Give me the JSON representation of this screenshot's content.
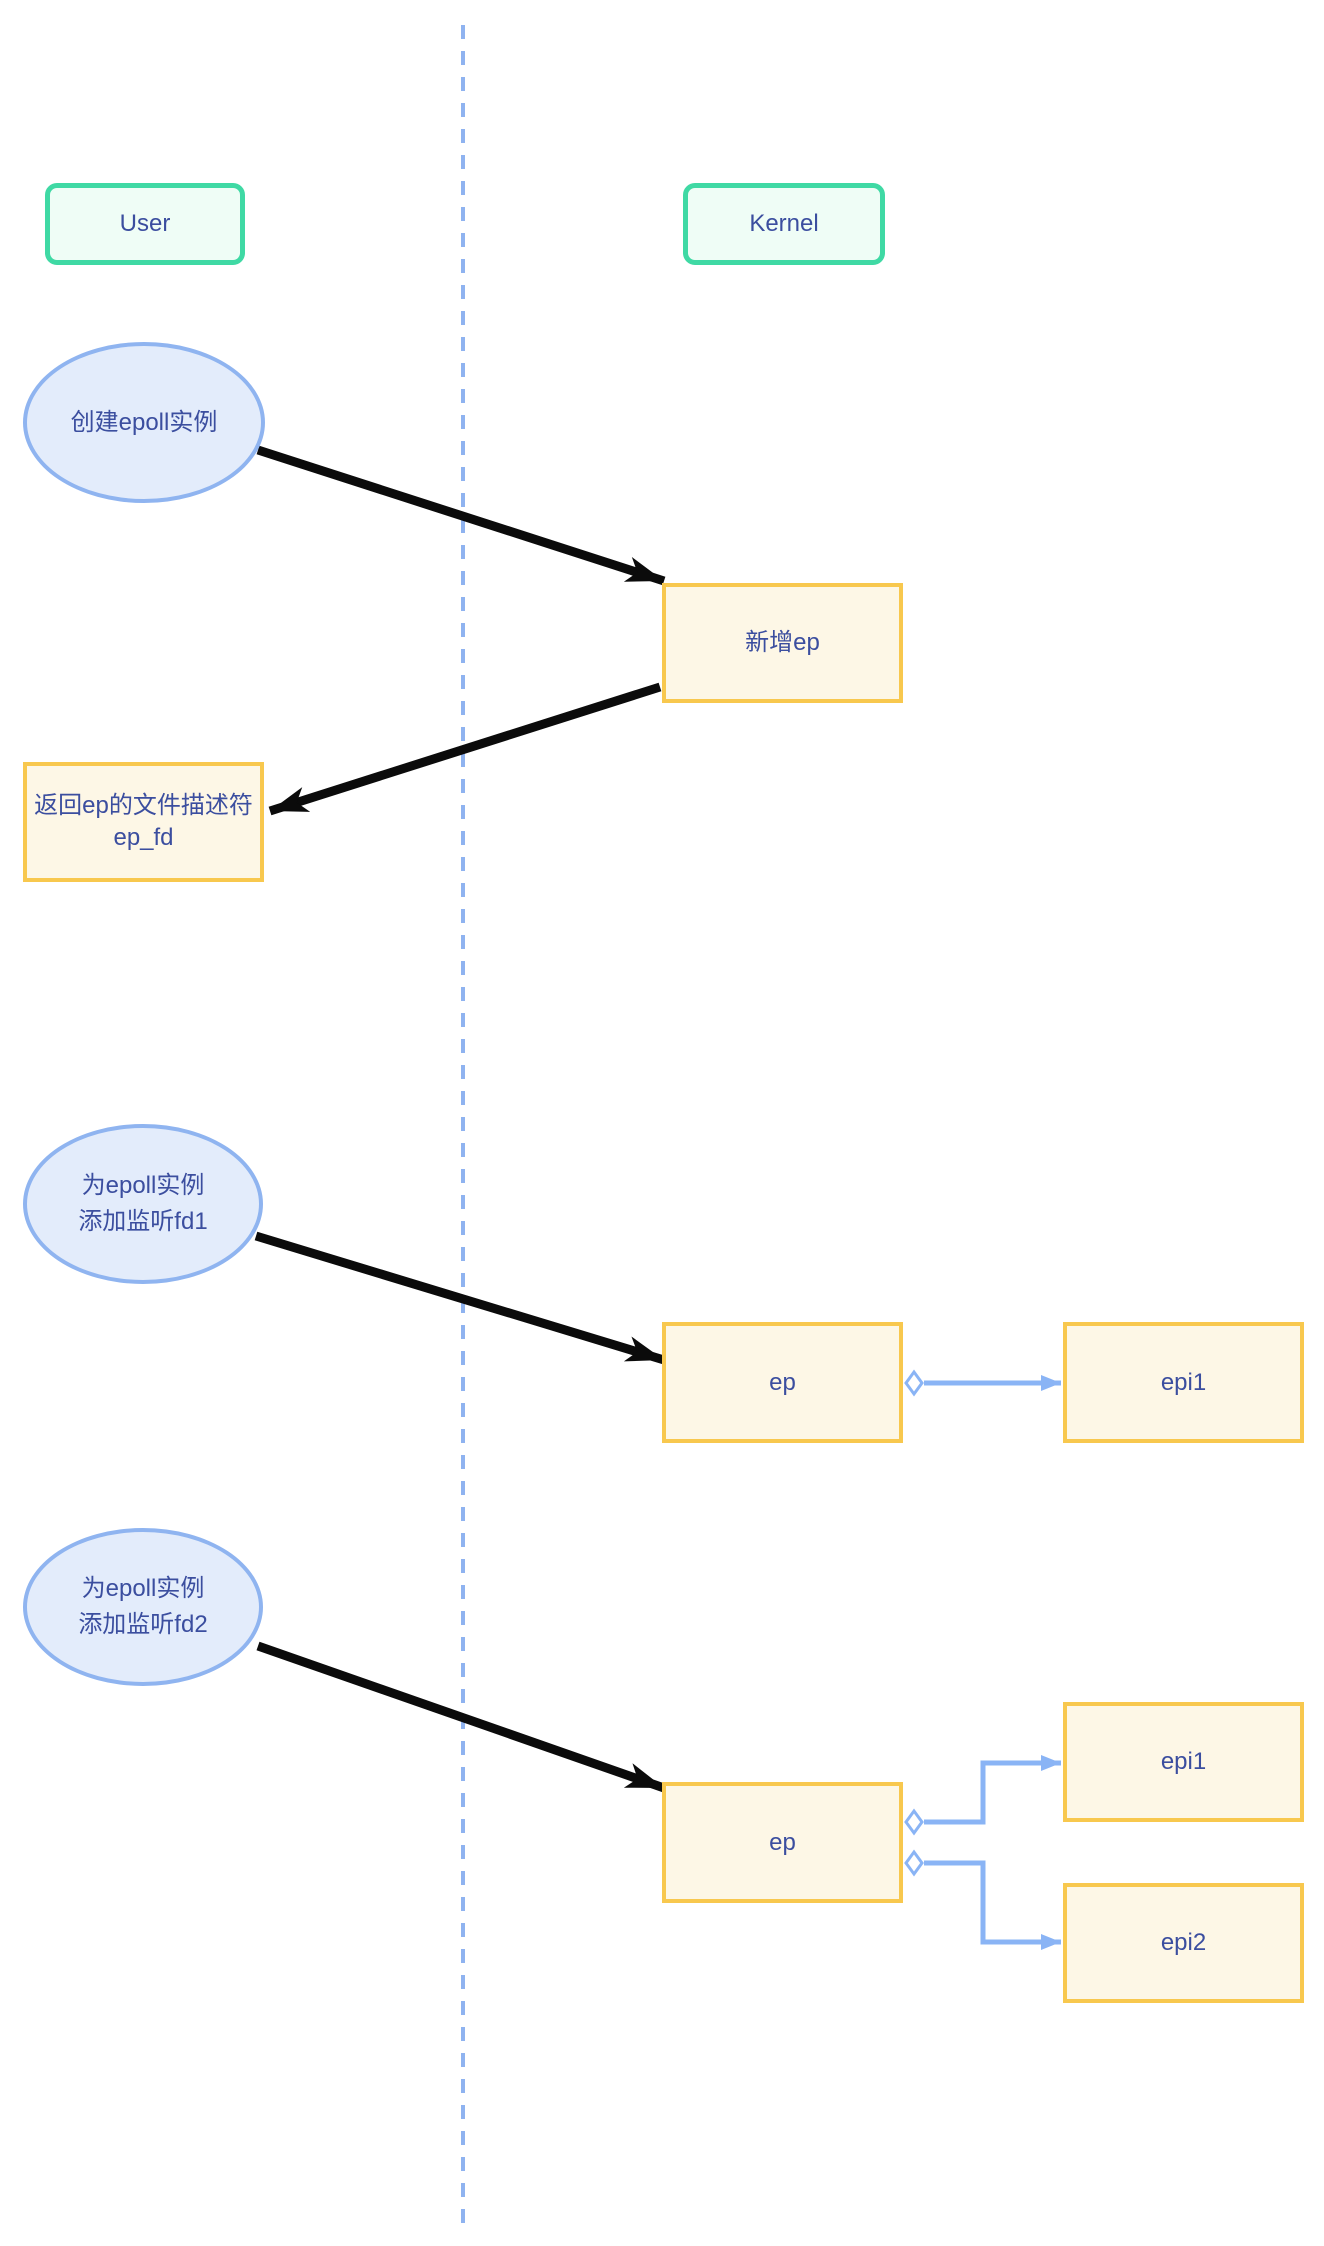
{
  "diagram": {
    "title_hint": "epoll create / ctl flow between user space and kernel",
    "lanes": {
      "user_label": "User",
      "kernel_label": "Kernel"
    },
    "user_nodes": {
      "create_epoll": "创建epoll实例",
      "return_fd_line1": "返回ep的文件描述符",
      "return_fd_line2": "ep_fd",
      "add_fd1_line1": "为epoll实例",
      "add_fd1_line2": "添加监听fd1",
      "add_fd2_line1": "为epoll实例",
      "add_fd2_line2": "添加监听fd2"
    },
    "kernel_nodes": {
      "add_ep": "新增ep",
      "ep_row2": "ep",
      "epi1_row2": "epi1",
      "ep_row3": "ep",
      "epi1_row3": "epi1",
      "epi2_row3": "epi2"
    }
  },
  "colors": {
    "lane_border": "#3fd9a4",
    "lane_fill": "#effdf6",
    "ellipse_border": "#8fb4f0",
    "ellipse_fill": "#e3ecfb",
    "box_border": "#f8c84e",
    "box_fill": "#fdf7e6",
    "text": "#3b4e9f",
    "connector_blue": "#8ab4f5",
    "divider_blue": "#8fb3f0",
    "arrow_black": "#0b0b0b"
  }
}
